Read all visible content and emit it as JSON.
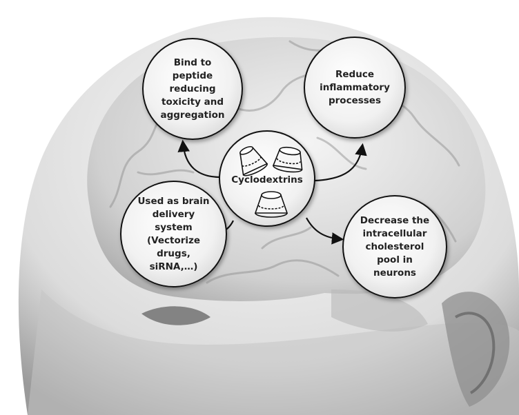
{
  "diagram": {
    "center_label": "Cyclodextrins",
    "effects": [
      {
        "id": "top-left",
        "text": "Bind to\npeptide\nreducing\ntoxicity and\naggregation"
      },
      {
        "id": "top-right",
        "text": "Reduce\ninflammatory\nprocesses"
      },
      {
        "id": "bottom-left",
        "text": "Used as brain\ndelivery\nsystem\n(Vectorize\ndrugs,\nsiRNA,…)"
      },
      {
        "id": "bottom-right",
        "text": "Decrease the\nintracellular\ncholesterol\npool in\nneurons"
      }
    ],
    "colors": {
      "line": "#111111",
      "bubble_fill": "#f1f1f1",
      "background": "#e6e6e6"
    },
    "icons": [
      "head-brain-illustration",
      "cyclodextrin-cone-icon"
    ]
  }
}
